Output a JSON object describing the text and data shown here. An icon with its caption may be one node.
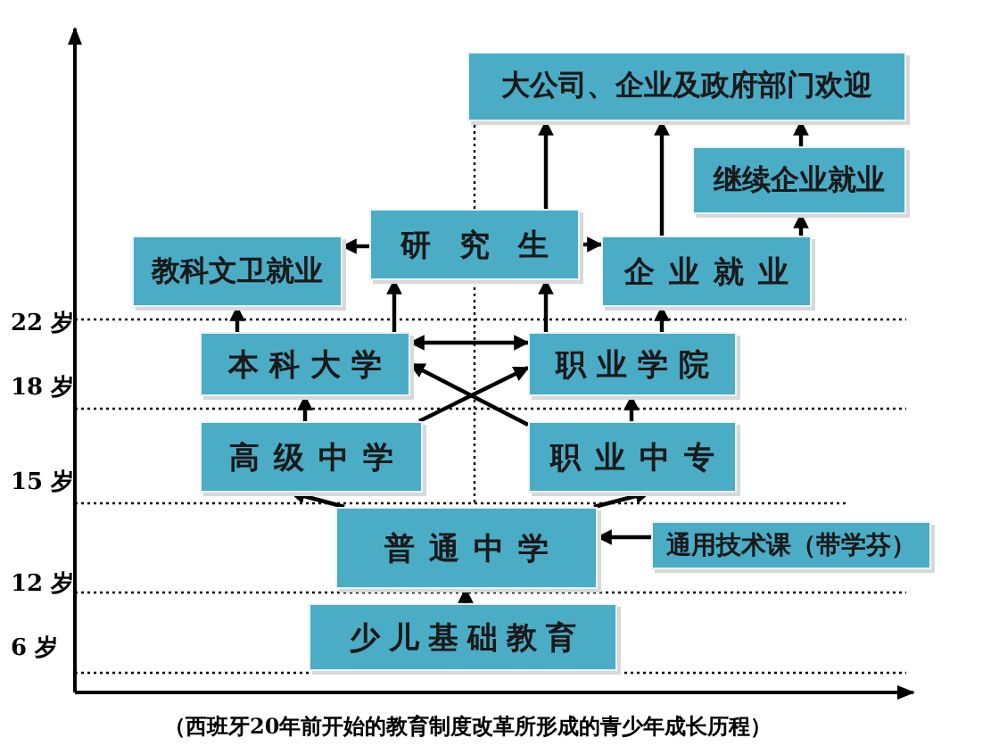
{
  "diagram": {
    "caption": "（西班牙20年前开始的教育制度改革所形成的青少年成长历程）",
    "nodes": [
      {
        "text": [
          "大公司、企业及政府部门欢迎"
        ]
      },
      {
        "text": [
          "继续企业就业"
        ]
      },
      {
        "text": [
          "研究生"
        ]
      },
      {
        "text": [
          "教科文卫就业"
        ]
      },
      {
        "text": [
          "企业就业"
        ]
      },
      {
        "text": [
          "本科大学"
        ]
      },
      {
        "text": [
          "职业学院"
        ]
      },
      {
        "text": [
          "高级中学"
        ]
      },
      {
        "text": [
          "职业中专"
        ]
      },
      {
        "text": [
          "普通中学"
        ]
      },
      {
        "text": [
          "通用技术课（带学芬）"
        ]
      },
      {
        "text": [
          "少儿基础教育"
        ]
      }
    ],
    "edges": [
      {
        "from": 5,
        "to": 3,
        "arrow": "to"
      },
      {
        "from": 5,
        "to": 2,
        "arrow": "to"
      },
      {
        "from": 6,
        "to": 2,
        "arrow": "to"
      },
      {
        "from": 2,
        "to": 3,
        "arrow": "to"
      },
      {
        "from": 2,
        "to": 4,
        "arrow": "to"
      },
      {
        "from": 2,
        "to": 0,
        "arrow": "to"
      },
      {
        "from": 4,
        "to": 0,
        "arrow": "to"
      },
      {
        "from": 4,
        "to": 1,
        "arrow": "to"
      },
      {
        "from": 1,
        "to": 0,
        "arrow": "to"
      },
      {
        "from": 6,
        "to": 4,
        "arrow": "to"
      },
      {
        "from": 5,
        "to": 6,
        "arrow": "both"
      },
      {
        "from": 7,
        "to": 6,
        "arrow": "to"
      },
      {
        "from": 8,
        "to": 5,
        "arrow": "to"
      },
      {
        "from": 7,
        "to": 5,
        "arrow": "to"
      },
      {
        "from": 8,
        "to": 6,
        "arrow": "to"
      },
      {
        "from": 9,
        "to": 7,
        "arrow": "to"
      },
      {
        "from": 9,
        "to": 8,
        "arrow": "to"
      },
      {
        "from": 10,
        "to": 9,
        "arrow": "to"
      },
      {
        "from": 11,
        "to": 9,
        "arrow": "to"
      }
    ],
    "labels": [
      "22 岁",
      "18 岁",
      "15 岁",
      "12 岁",
      "6 岁"
    ]
  }
}
